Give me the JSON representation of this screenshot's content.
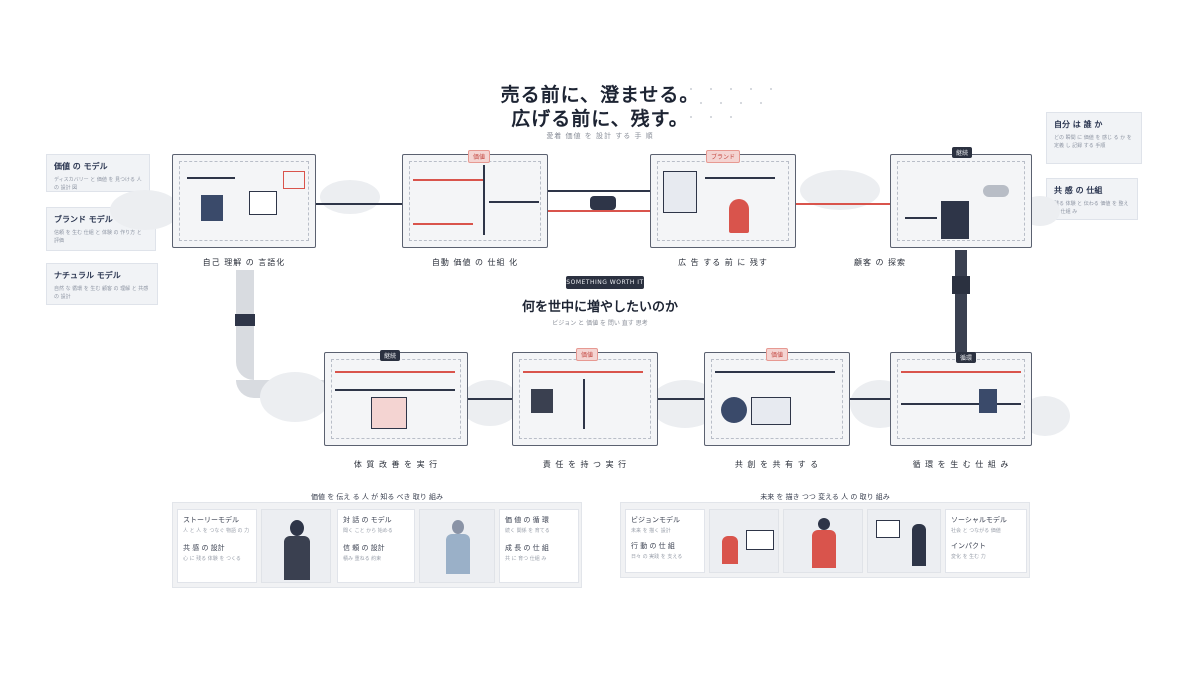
{
  "title_line1": "売る前に、澄ませる。",
  "title_line2": "広げる前に、残す。",
  "title_sub": "愛着 価値 を 設計 する 手 順",
  "top_captions": [
    "自己 理解 の 言語化",
    "自動 価値 の 仕組 化",
    "広 告 する 前 に 残す",
    "顧客 の 探索"
  ],
  "top_tags": [
    "価値",
    "ブランド",
    "継続"
  ],
  "left_cards": [
    {
      "title": "価値 の モデル",
      "body": "ディスカバリー と 価値 を 見つける 人 の 設計 図"
    },
    {
      "title": "ブランド モデル",
      "body": "信頼 を 生む 仕組 と 体験 の 作り方 と 評価"
    },
    {
      "title": "ナチュラル モデル",
      "body": "自然 な 循環 を 生む 顧客 の 理解 と 共感 の 設計"
    }
  ],
  "right_cards": [
    {
      "title": "自分 は 誰 か",
      "body": "どの 瞬間 に 価値 を 感じ る か を 定義 し 記録 する 手順"
    },
    {
      "title": "共 感 の 仕組",
      "body": "残る 体験 と 伝わる 価値 を 整える 仕組 み"
    }
  ],
  "mid_badge": "SOMETHING WORTH IT",
  "mid_title": "何を世中に増やしたいのか",
  "mid_sub": "ビジョン と 価値 を 問い 直す 思考",
  "bottom_captions": [
    "体 質 改 善 を 実 行",
    "責 任 を 持 つ 実 行",
    "共 創 を 共 有 す る",
    "循 環 を 生 む 仕 組 み"
  ],
  "bottom_tags": [
    "継続",
    "価値",
    "価値",
    "循環"
  ],
  "strip_left": {
    "title": "価値 を 伝え る 人 が 知る べき 取り 組み",
    "cards": [
      {
        "h": "ストーリーモデル",
        "b": "人 と 人 を つなぐ 物語 の 力"
      },
      {
        "h": "共 感 の 設計",
        "b": "心 に 残る 体験 を つくる"
      },
      {
        "h": "対 話 の モデル",
        "b": "聞く こと から 始める"
      },
      {
        "h": "信 頼 の 設計",
        "b": "積み 重ねる 約束"
      },
      {
        "h": "価 値 の 循 環",
        "b": "続く 関係 を 育てる"
      },
      {
        "h": "成 長 の 仕 組",
        "b": "共 に 育つ 仕組 み"
      }
    ]
  },
  "strip_right": {
    "title": "未来 を 描き つつ 変える 人 の 取り 組み",
    "cards": [
      {
        "h": "ビジョンモデル",
        "b": "未来 を 描く 設計"
      },
      {
        "h": "行 動 の 仕 組",
        "b": "日々 の 実践 を 支える"
      },
      {
        "h": "ソーシャルモデル",
        "b": "社会 と つながる 価値"
      },
      {
        "h": "インパクト",
        "b": "変化 を 生む 力"
      }
    ]
  },
  "colors": {
    "accent_red": "#d9544c",
    "navy": "#2e3548",
    "panel_bg": "#f4f5f7"
  }
}
